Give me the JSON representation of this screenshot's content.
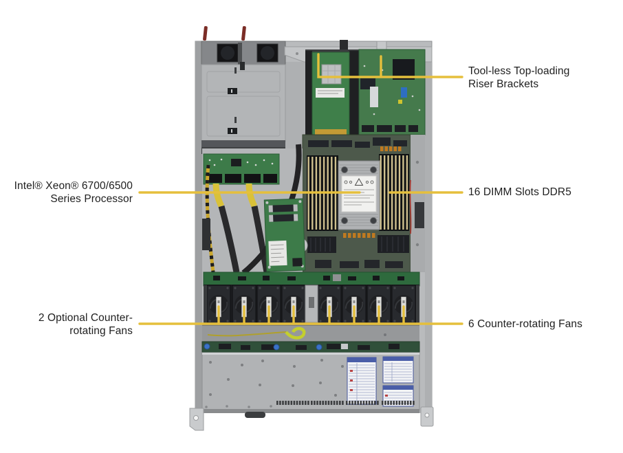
{
  "colors": {
    "background": "#ffffff",
    "callout_line": "#e5bf3c",
    "label_text": "#1e1e1e"
  },
  "illustration": {
    "description": "Top-down interior view of a 1U rackmount server chassis"
  },
  "callouts": {
    "riser": {
      "line1": "Tool-less Top-loading",
      "line2": "Riser Brackets"
    },
    "processor": {
      "line1": "Intel® Xeon® 6700/6500",
      "line2": "Series Processor"
    },
    "dimm": {
      "line1": "16 DIMM Slots DDR5"
    },
    "optional_fans": {
      "line1": "2 Optional Counter-",
      "line2": "rotating Fans"
    },
    "fans": {
      "line1": "6 Counter-rotating Fans"
    }
  }
}
